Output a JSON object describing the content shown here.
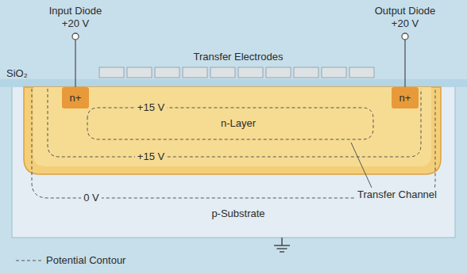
{
  "diagram": {
    "nodes": [
      {
        "text": [
          "p-Substrate"
        ]
      },
      {
        "text": [
          "n-Layer"
        ],
        "in": 0
      },
      {
        "text": [
          "n+"
        ],
        "in": 1
      },
      {
        "text": [
          "n+"
        ],
        "in": 1
      }
    ],
    "labels": [
      "SiO₂",
      "Input Diode",
      "+20 V",
      "Transfer Electrodes",
      "Output Diode",
      "+20 V",
      "+15 V",
      "+15 V",
      "0 V",
      "Transfer Channel"
    ],
    "legend": [
      {
        "text": "Potential Contour"
      }
    ]
  }
}
